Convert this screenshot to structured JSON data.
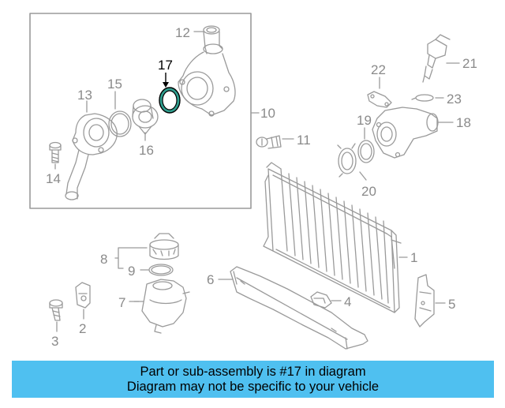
{
  "diagram": {
    "callouts": {
      "c1": "1",
      "c2": "2",
      "c3": "3",
      "c4": "4",
      "c5": "5",
      "c6": "6",
      "c7": "7",
      "c8": "8",
      "c9": "9",
      "c10": "10",
      "c11": "11",
      "c12": "12",
      "c13": "13",
      "c14": "14",
      "c15": "15",
      "c16": "16",
      "c17": "17",
      "c18": "18",
      "c19": "19",
      "c20": "20",
      "c21": "21",
      "c22": "22",
      "c23": "23"
    },
    "highlight_part": "17",
    "colors": {
      "line": "#9a9a9a",
      "text": "#8a8a8a",
      "highlight_fill": "#2f9e8e",
      "highlight_text": "#000000",
      "banner": "#4fc0f0"
    }
  },
  "banner": {
    "line1": "Part or sub-assembly is #17 in diagram",
    "line2": "Diagram may not be specific to your vehicle"
  }
}
